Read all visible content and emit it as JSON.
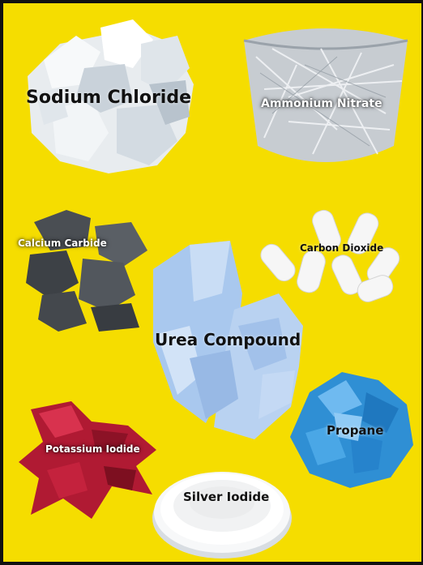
{
  "colors": {
    "background": "#f5dd00",
    "border": "#111111"
  },
  "minerals": [
    {
      "name": "Sodium Chloride"
    },
    {
      "name": "Ammonium Nitrate"
    },
    {
      "name": "Calcium Carbide"
    },
    {
      "name": "Carbon Dioxide"
    },
    {
      "name": "Urea Compound"
    },
    {
      "name": "Propane"
    },
    {
      "name": "Potassium Iodide"
    },
    {
      "name": "Silver Iodide"
    }
  ]
}
